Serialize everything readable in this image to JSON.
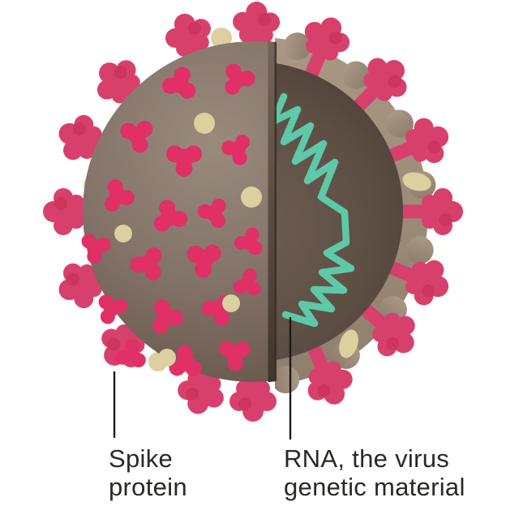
{
  "labels": {
    "spike_protein": {
      "lines": [
        "Spike",
        "protein"
      ]
    },
    "rna": {
      "lines": [
        "RNA, the virus",
        "genetic material"
      ]
    }
  },
  "colors": {
    "background": "#ffffff",
    "spike": "#d8406c",
    "spike_shadow": "#c22a52",
    "surface_spike_top": "#e03066",
    "vesicle": "#dccfa0",
    "body_light": "#9a8b7c",
    "body_mid": "#84746a",
    "body_dark": "#594a40",
    "envelope_outer_top": "#a99884",
    "envelope_outer_bottom": "#8f7e6d",
    "interior_light": "#6e5e52",
    "interior_dark": "#483a32",
    "cut_edge": "#3a2e27",
    "rna": "#5dc9a8",
    "label_text": "#2b2826",
    "leader_line": "#1a1a1a"
  }
}
